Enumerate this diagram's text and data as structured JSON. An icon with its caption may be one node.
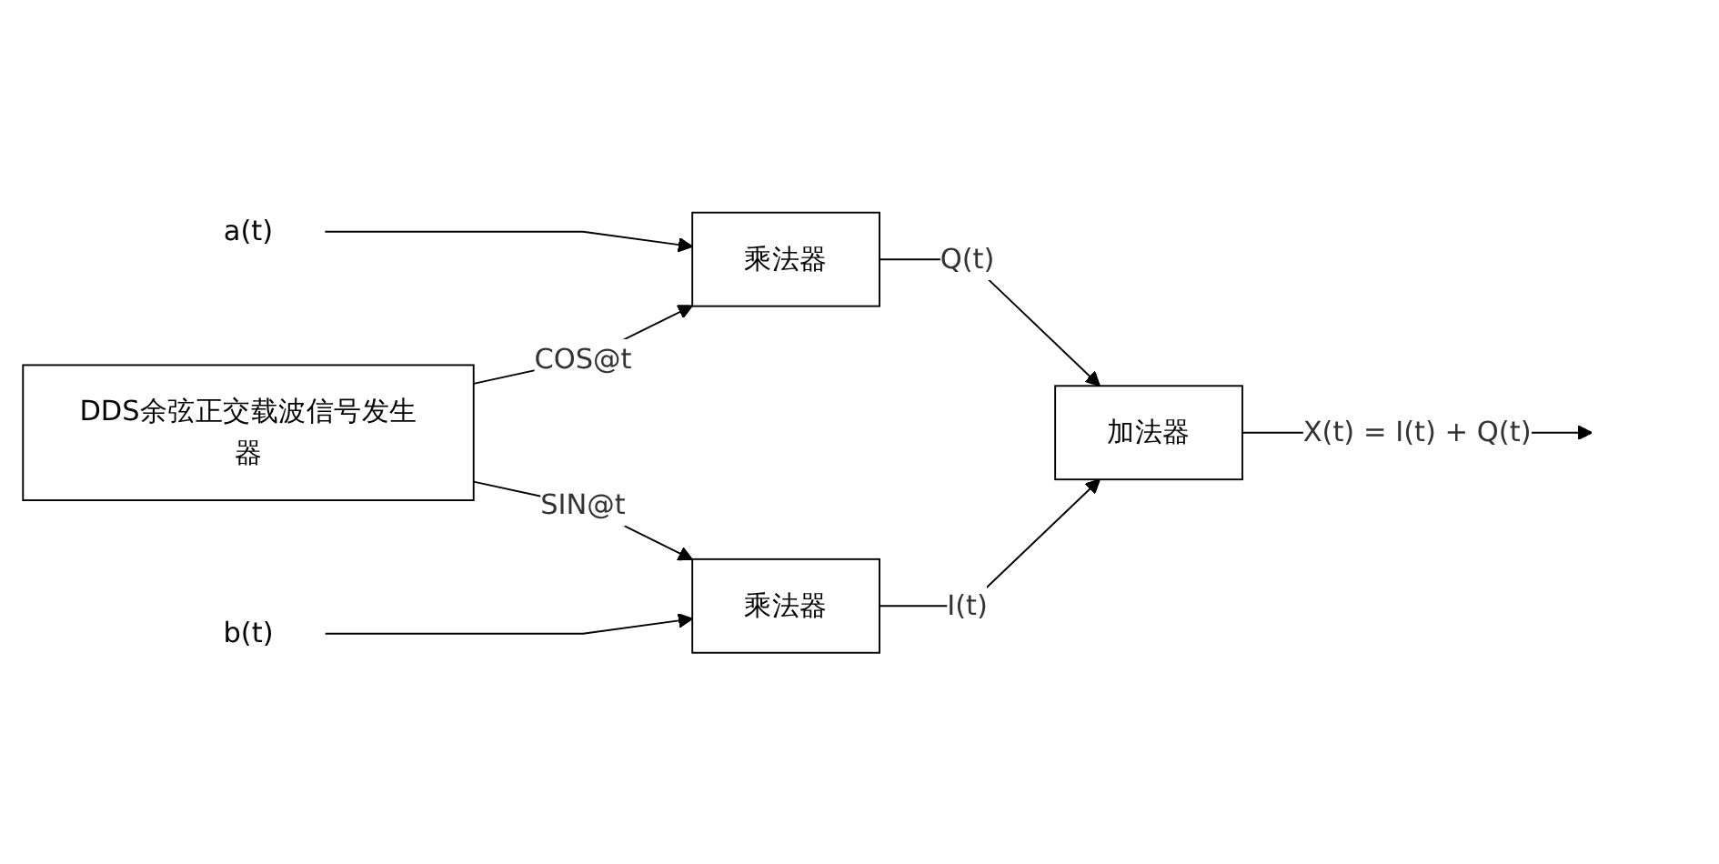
{
  "diagram": {
    "nodes": [
      {
        "text": [
          "a(t)"
        ]
      },
      {
        "text": [
          "乘法器"
        ]
      },
      {
        "text": [
          "DDS余弦正交载波信号发生器"
        ]
      },
      {
        "text": [
          "加法器"
        ]
      },
      {
        "text": [
          "b(t)"
        ]
      },
      {
        "text": [
          "乘法器"
        ]
      }
    ],
    "edges": [
      {
        "from": 0,
        "to": 1,
        "arrow": "to"
      },
      {
        "from": 2,
        "to": 1,
        "arrow": "to",
        "label": "COS@t"
      },
      {
        "from": 2,
        "to": 5,
        "arrow": "to",
        "label": "SIN@t"
      },
      {
        "from": 1,
        "to": 3,
        "arrow": "to",
        "label": "Q(t)"
      },
      {
        "from": 5,
        "to": 3,
        "arrow": "to",
        "label": "I(t)"
      },
      {
        "from": 3,
        "to": null,
        "arrow": "to",
        "label": "X(t) = I(t) + Q(t)"
      },
      {
        "from": 4,
        "to": 5,
        "arrow": "to"
      }
    ]
  }
}
